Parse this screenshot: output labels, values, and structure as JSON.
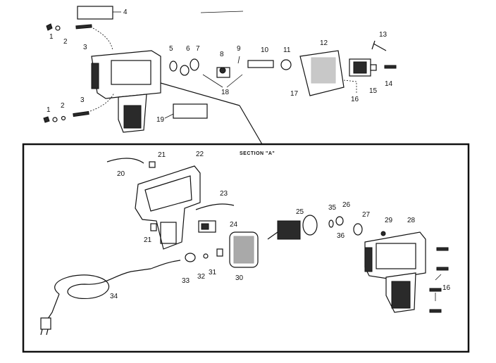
{
  "section": {
    "title": "SECTION \"A\""
  },
  "callouts": {
    "c1a": "1",
    "c2a": "2",
    "c3a": "3",
    "c4": "4",
    "c5": "5",
    "c6": "6",
    "c7": "7",
    "c8": "8",
    "c9": "9",
    "c10": "10",
    "c11": "11",
    "c12": "12",
    "c13": "13",
    "c14": "14",
    "c15": "15",
    "c16a": "16",
    "c17": "17",
    "c18": "18",
    "c19": "19",
    "c1b": "1",
    "c2b": "2",
    "c3b": "3",
    "c20": "20",
    "c21a": "21",
    "c21b": "21",
    "c22": "22",
    "c23": "23",
    "c24": "24",
    "c25": "25",
    "c26": "26",
    "c27": "27",
    "c28": "28",
    "c29": "29",
    "c30": "30",
    "c31": "31",
    "c32": "32",
    "c33": "33",
    "c34": "34",
    "c35": "35",
    "c36": "36",
    "c16b": "16"
  }
}
